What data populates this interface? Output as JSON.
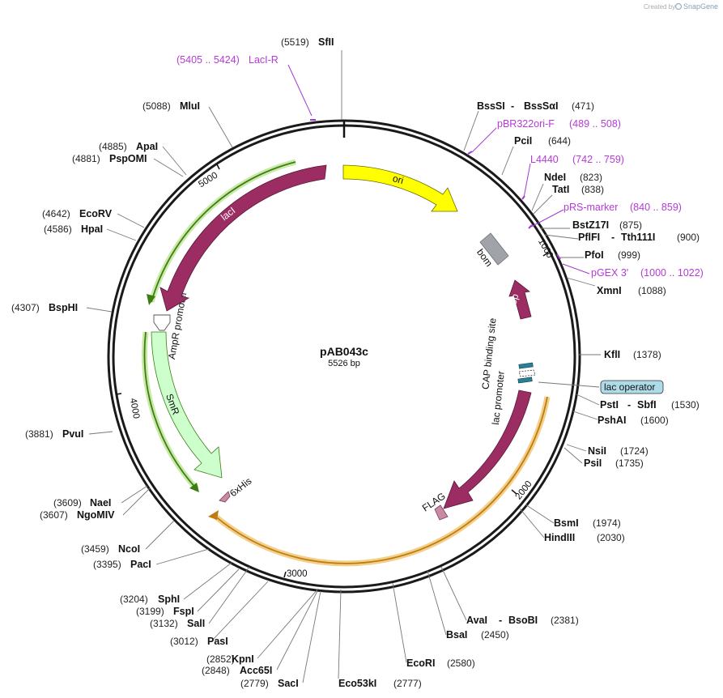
{
  "watermark": {
    "created_by": "Created by",
    "brand": "SnapGene"
  },
  "plasmid": {
    "name": "pAB043c",
    "length_label": "5526 bp",
    "length": 5526
  },
  "ruler_ticks": [
    "1000",
    "2000",
    "3000",
    "4000",
    "5000"
  ],
  "enzymes": [
    {
      "name": "SfII",
      "pos": "(5519)"
    },
    {
      "name": "BssSI",
      "name2": "BssSαI",
      "pos": "(471)"
    },
    {
      "name": "PciI",
      "pos": "(644)"
    },
    {
      "name": "NdeI",
      "pos": "(823)"
    },
    {
      "name": "TatI",
      "pos": "(838)"
    },
    {
      "name": "BstZ17I",
      "pos": "(875)"
    },
    {
      "name": "PflFI",
      "name2": "Tth111I",
      "pos": "(900)"
    },
    {
      "name": "PfoI",
      "pos": "(999)"
    },
    {
      "name": "XmnI",
      "pos": "(1088)"
    },
    {
      "name": "KflI",
      "pos": "(1378)"
    },
    {
      "name": "PstI",
      "name2": "SbfI",
      "pos": "(1530)"
    },
    {
      "name": "PshAI",
      "pos": "(1600)"
    },
    {
      "name": "NsiI",
      "pos": "(1724)"
    },
    {
      "name": "PsiI",
      "pos": "(1735)"
    },
    {
      "name": "BsmI",
      "pos": "(1974)"
    },
    {
      "name": "HindIII",
      "pos": "(2030)"
    },
    {
      "name": "AvaI",
      "name2": "BsoBI",
      "pos": "(2381)"
    },
    {
      "name": "BsaI",
      "pos": "(2450)"
    },
    {
      "name": "EcoRI",
      "pos": "(2580)"
    },
    {
      "name": "Eco53kI",
      "pos": "(2777)"
    },
    {
      "name": "SacI",
      "pos": "(2779)"
    },
    {
      "name": "Acc65I",
      "pos": "(2848)"
    },
    {
      "name": "KpnI",
      "pos": "(2852)"
    },
    {
      "name": "PasI",
      "pos": "(3012)"
    },
    {
      "name": "SalI",
      "pos": "(3132)"
    },
    {
      "name": "FspI",
      "pos": "(3199)"
    },
    {
      "name": "SphI",
      "pos": "(3204)"
    },
    {
      "name": "PacI",
      "pos": "(3395)"
    },
    {
      "name": "NcoI",
      "pos": "(3459)"
    },
    {
      "name": "NgoMIV",
      "pos": "(3607)"
    },
    {
      "name": "NaeI",
      "pos": "(3609)"
    },
    {
      "name": "PvuI",
      "pos": "(3881)"
    },
    {
      "name": "BspHI",
      "pos": "(4307)"
    },
    {
      "name": "HpaI",
      "pos": "(4586)"
    },
    {
      "name": "EcoRV",
      "pos": "(4642)"
    },
    {
      "name": "PspOMI",
      "pos": "(4881)"
    },
    {
      "name": "ApaI",
      "pos": "(4885)"
    },
    {
      "name": "MluI",
      "pos": "(5088)"
    }
  ],
  "primers": [
    {
      "name": "LacI-R",
      "range": "(5405 .. 5424)"
    },
    {
      "name": "pBR322ori-F",
      "range": "(489 .. 508)"
    },
    {
      "name": "L4440",
      "range": "(742 .. 759)"
    },
    {
      "name": "pRS-marker",
      "range": "(840 .. 859)"
    },
    {
      "name": "pGEX 3'",
      "range": "(1000 .. 1022)"
    }
  ],
  "features": {
    "ori": "ori",
    "bom": "bom",
    "rop": "rop",
    "cap": "CAP binding site",
    "lac_promoter": "lac promoter",
    "lac_operator": "lac operator",
    "repressor": "λ repressor",
    "flag": "FLAG",
    "his": "6xHis",
    "smr": "SmR",
    "ampr": "AmpR promoter",
    "laci": "lacI"
  },
  "colors": {
    "backbone": "#1a1a1a",
    "cds_purple": "#9b2d63",
    "ori_yellow": "#ffff00",
    "smr_green": "#ccffcc",
    "primer_purple": "#b53ad6",
    "orange_track": "#e0a030",
    "green_track": "#57a228",
    "lac_operator_bg": "#aedbe8",
    "bom_gray": "#a0a4a8"
  }
}
